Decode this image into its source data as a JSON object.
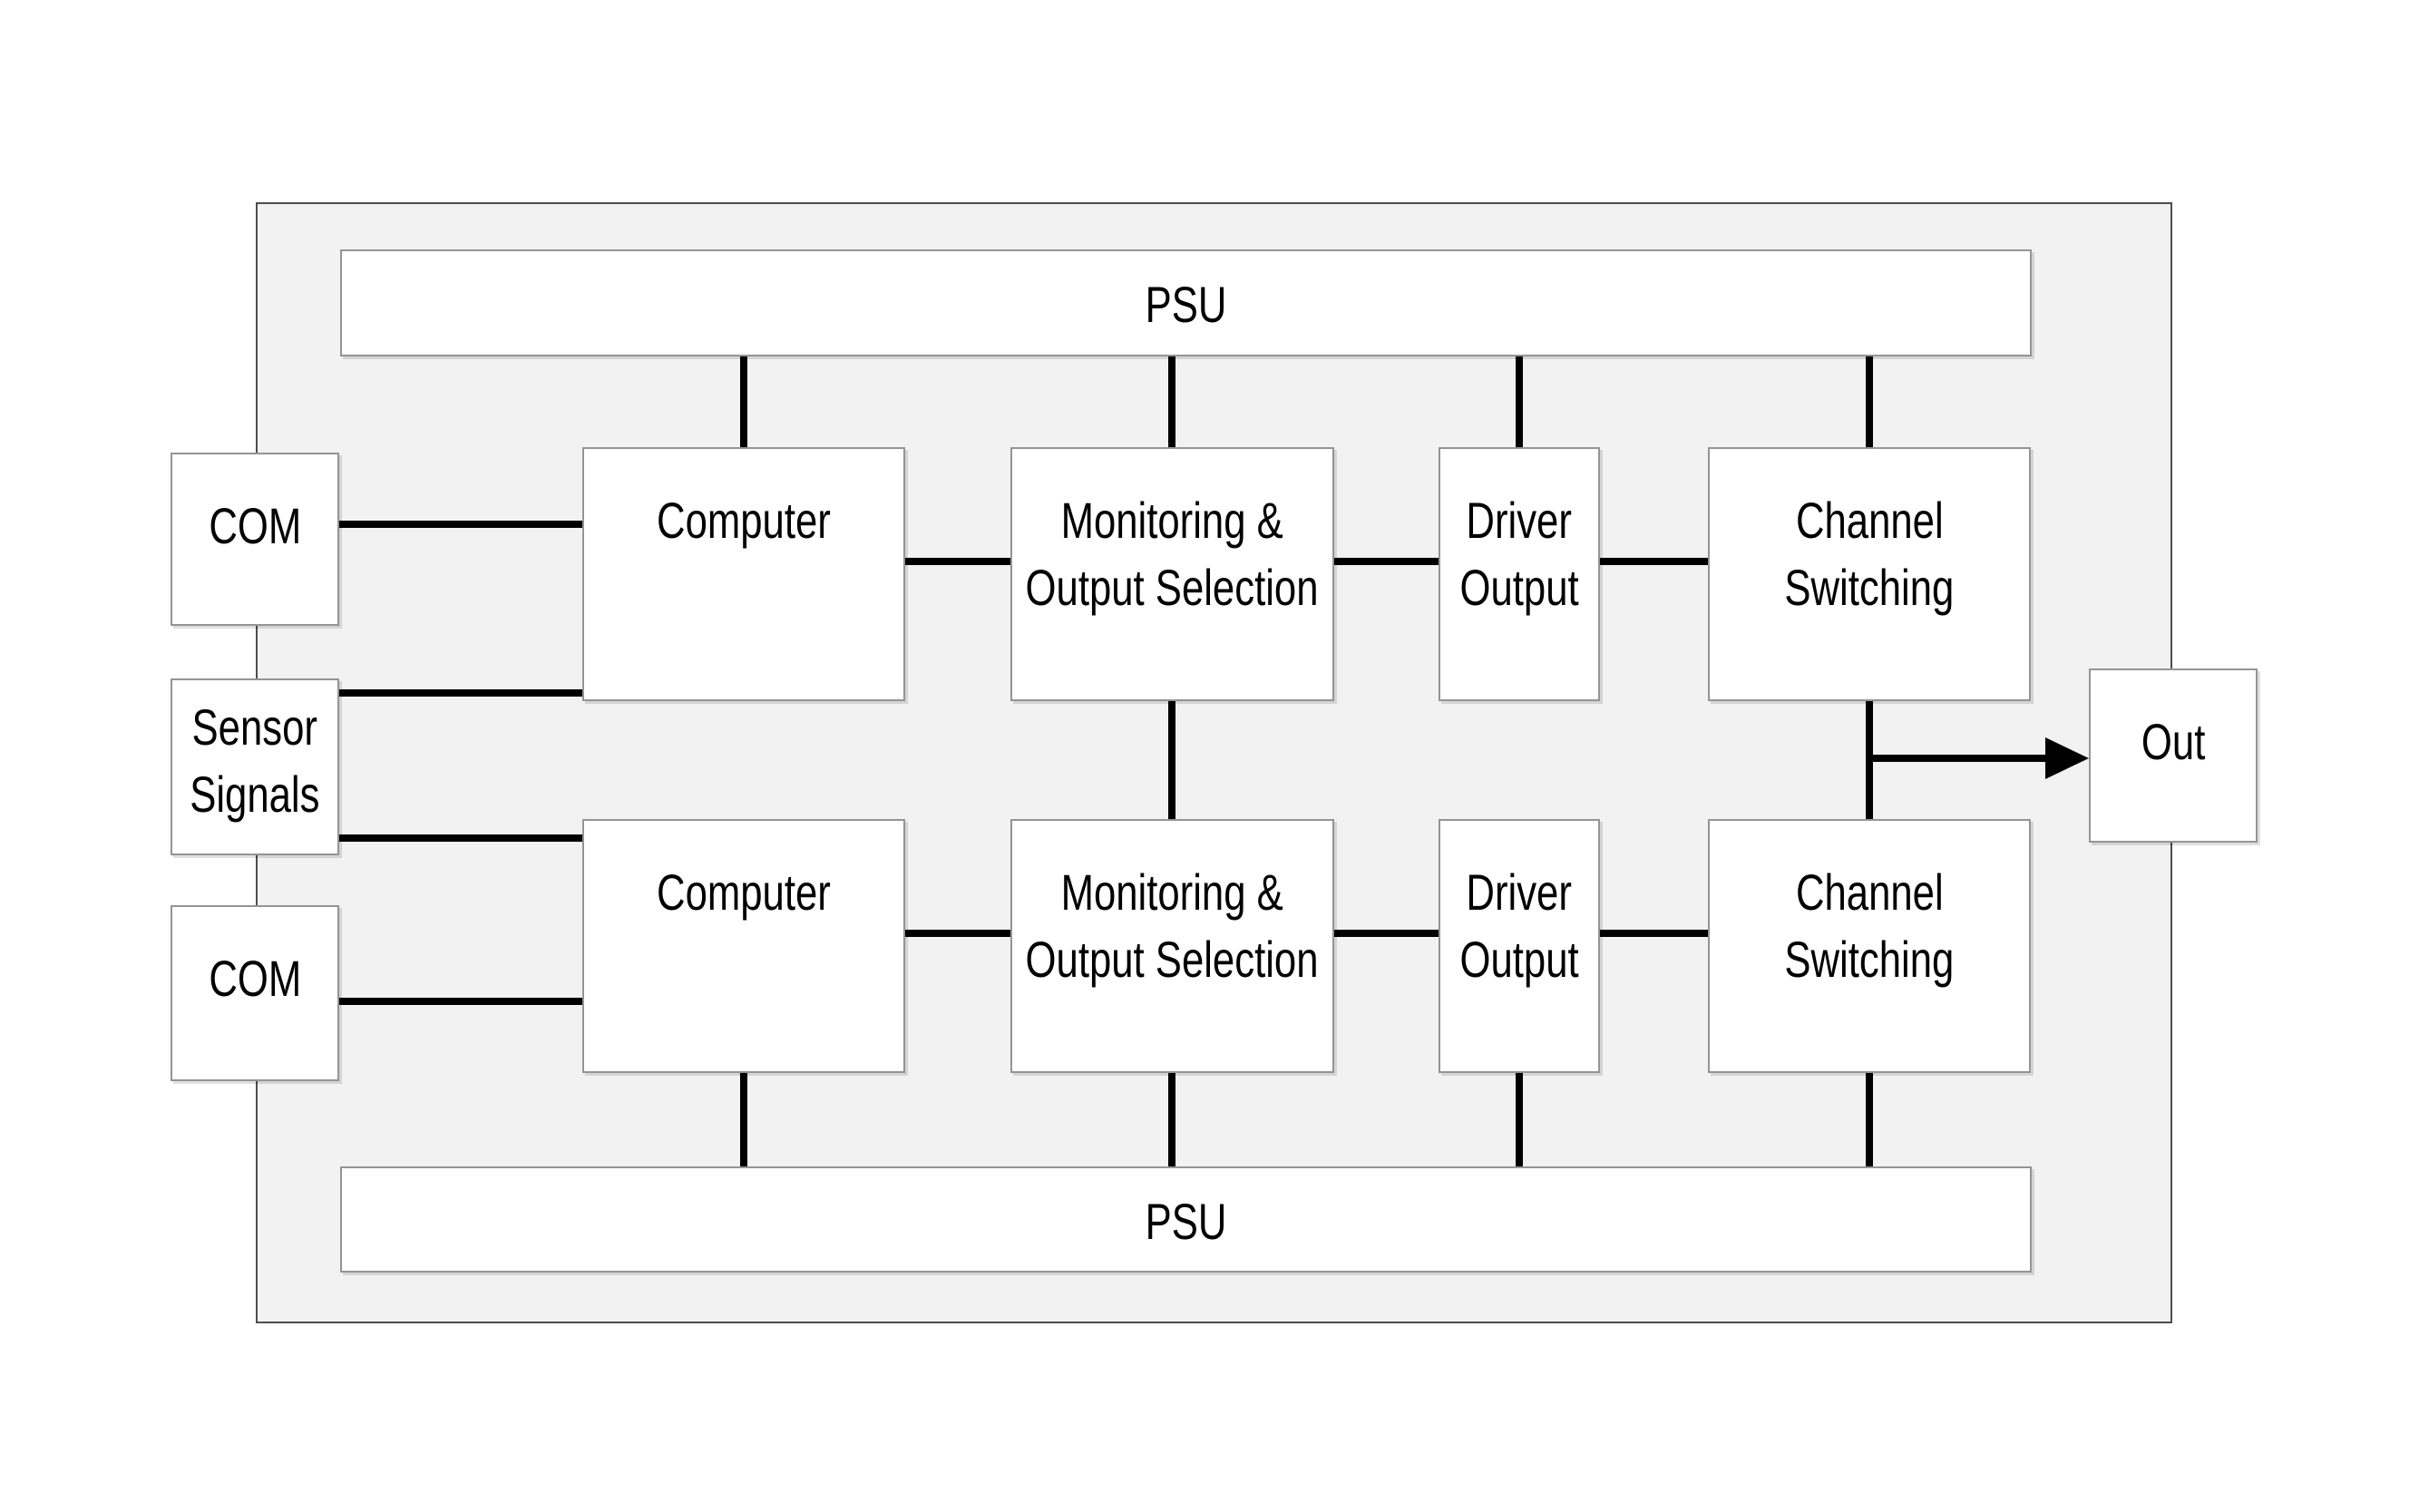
{
  "colors": {
    "container_fill": "#f2f2f2",
    "container_border": "#4d4d4d",
    "box_border": "#949494",
    "connector": "#000000",
    "text": "#000000"
  },
  "outer_system": {
    "psu_top_label": "PSU",
    "psu_bottom_label": "PSU"
  },
  "channels": {
    "a": {
      "computer": "Computer",
      "monitoring_line1": "Monitoring &",
      "monitoring_line2": "Output Selection",
      "driver_line1": "Driver",
      "driver_line2": "Output",
      "switching_line1": "Channel",
      "switching_line2": "Switching"
    },
    "b": {
      "computer": "Computer",
      "monitoring_line1": "Monitoring &",
      "monitoring_line2": "Output Selection",
      "driver_line1": "Driver",
      "driver_line2": "Output",
      "switching_line1": "Channel",
      "switching_line2": "Switching"
    }
  },
  "io": {
    "com_top_label": "COM",
    "sensor_line1": "Sensor",
    "sensor_line2": "Signals",
    "com_bottom_label": "COM",
    "out_label": "Out"
  }
}
